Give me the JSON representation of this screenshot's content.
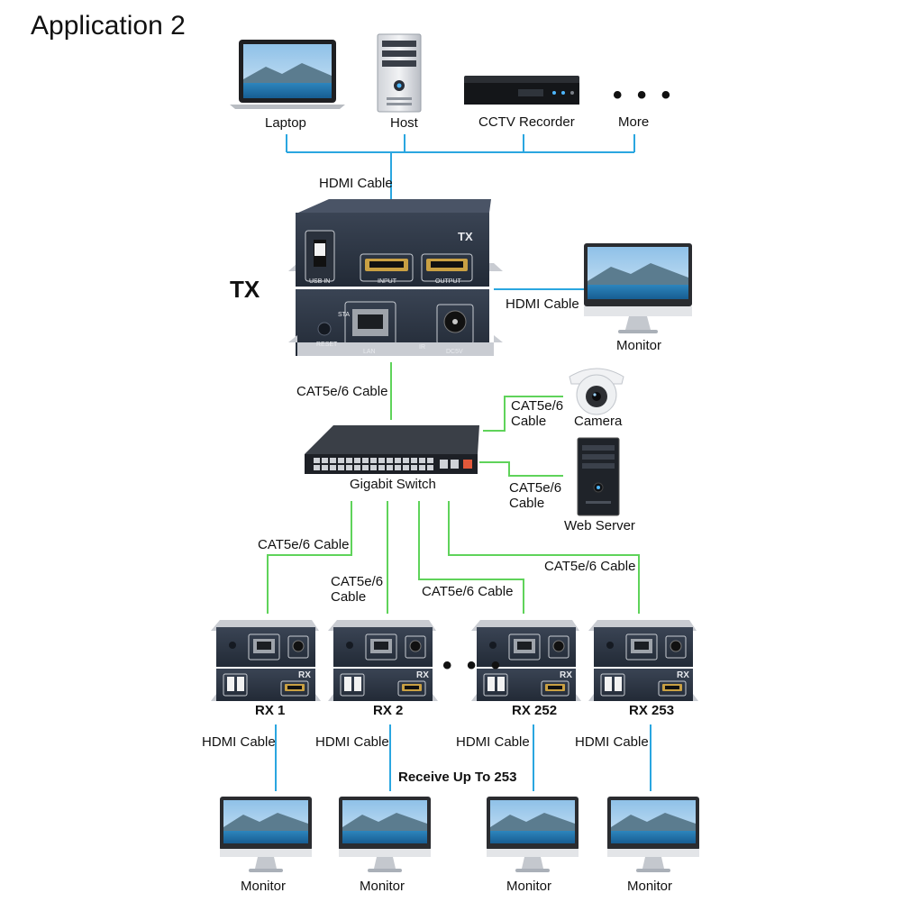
{
  "title": "Application 2",
  "sources": {
    "laptop": "Laptop",
    "host": "Host",
    "recorder": "CCTV Recorder",
    "more": "More",
    "more_dots": "• • •"
  },
  "tx": {
    "label": "TX",
    "panel_label": "TX",
    "usb_in": "USB IN",
    "input": "INPUT",
    "output": "OUTPUT",
    "reset": "RESET",
    "sta": "STA",
    "lan": "LAN",
    "ir": "IR",
    "dc5v": "DC5V"
  },
  "cables": {
    "hdmi_top": "HDMI Cable",
    "hdmi_monitor": "HDMI Cable",
    "cat_tx_switch": "CAT5e/6 Cable",
    "cat_camera_1": "CAT5e/6",
    "cat_camera_2": "Cable",
    "cat_server_1": "CAT5e/6",
    "cat_server_2": "Cable",
    "cat_rx1": "CAT5e/6 Cable",
    "cat_rx2_1": "CAT5e/6",
    "cat_rx2_2": "Cable",
    "cat_rx252": "CAT5e/6 Cable",
    "cat_rx253": "CAT5e/6 Cable",
    "hdmi_rx1": "HDMI Cable",
    "hdmi_rx2": "HDMI Cable",
    "hdmi_rx252": "HDMI Cable",
    "hdmi_rx253": "HDMI Cable"
  },
  "devices": {
    "monitor_tx": "Monitor",
    "camera": "Camera",
    "switch": "Gigabit Switch",
    "web_server": "Web Server"
  },
  "receivers": [
    {
      "label": "RX 1",
      "panel": "RX"
    },
    {
      "label": "RX 2",
      "panel": "RX"
    },
    {
      "label": "RX 252",
      "panel": "RX"
    },
    {
      "label": "RX 253",
      "panel": "RX"
    }
  ],
  "rx_dots": "• • •",
  "receive_note": "Receive Up To 253",
  "monitors_bottom": [
    "Monitor",
    "Monitor",
    "Monitor",
    "Monitor"
  ],
  "colors": {
    "hdmi_line": "#2aa6e0",
    "cat_line": "#5fd35a",
    "device_dark": "#2b3340",
    "screen_sky": "#6aa8d8",
    "screen_sea": "#1e6fa8"
  }
}
